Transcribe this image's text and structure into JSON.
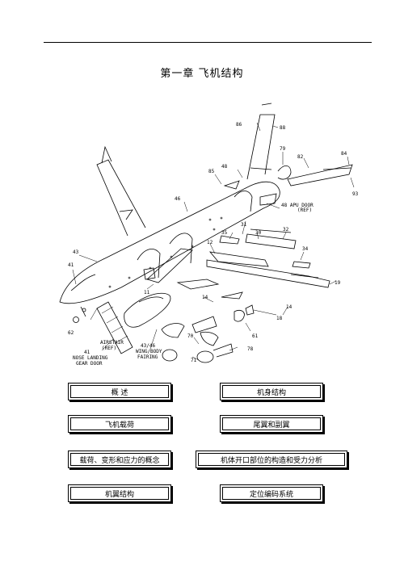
{
  "page": {
    "title": "第一章   飞机结构"
  },
  "figure": {
    "labels": {
      "n86": "86",
      "n88": "88",
      "n79": "79",
      "n82": "82",
      "n84": "84",
      "n93": "93",
      "n85": "85",
      "n48": "48",
      "n46": "46",
      "apu1": "48 APU DOOR",
      "apu2": "(REF)",
      "n31": "31",
      "n35": "35",
      "n30": "30",
      "n32": "32",
      "n12": "12",
      "n34": "34",
      "n19": "19",
      "n41": "41",
      "n43": "43",
      "n11": "11",
      "n14a": "14",
      "n14b": "14",
      "n18": "18",
      "n62": "62",
      "n70": "70",
      "n61": "61",
      "n71": "71",
      "n78": "78",
      "nose1": "41",
      "nose2": "NOSE LANDING",
      "nose3": "GEAR DOOR",
      "air1": "AIRSTAIR",
      "air2": "(REF)",
      "wing1": "43/46",
      "wing2": "WING/BODY",
      "wing3": "FAIRING"
    }
  },
  "nav": {
    "overview": "概    述",
    "fuselage": "机身结构",
    "loads": "飞机载荷",
    "tail": "尾翼和副翼",
    "concepts": "载荷、变形和应力的概念",
    "openings": "机体开口部位的构造和受力分析",
    "wing": "机翼结构",
    "coding": "定位编码系统"
  }
}
